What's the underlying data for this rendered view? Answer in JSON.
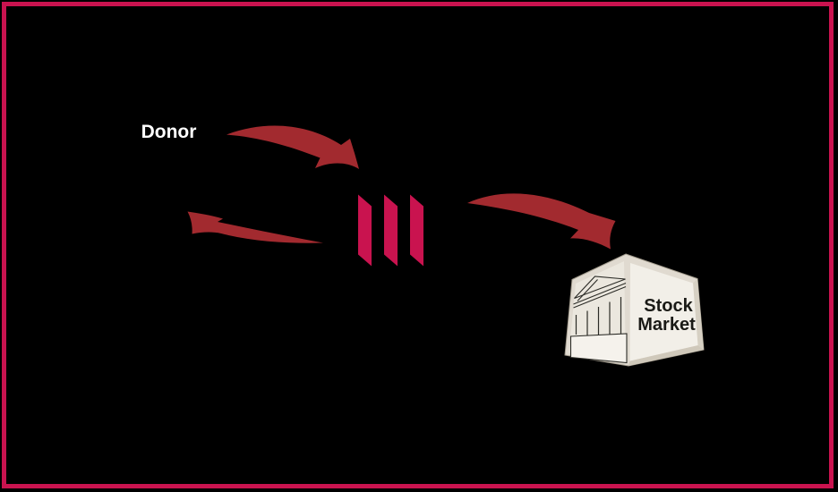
{
  "labels": {
    "donor": "Donor",
    "stock_market_line1": "Stock",
    "stock_market_line2": "Market"
  },
  "colors": {
    "background": "#000000",
    "frame_border": "#C9134F",
    "foundation_bars": "#C9134F",
    "flow_arrows": "#A22A2F",
    "building_shell": "#E0DAD0",
    "building_shell_shadow_right": "#D6D0C3",
    "building_shell_shadow_bottom": "#CFC8BA",
    "building_left_face": "#EBE7DE",
    "building_right_face": "#F2EFE8",
    "building_base_panel": "#F5F2EC",
    "building_outline": "#2B2B26",
    "donor_text": "#FFFFFF",
    "building_text": "#1A1A16"
  },
  "icons": {
    "foundation-bars-icon": "three slanted crimson bars",
    "stock-market-building-icon": "classical bank building with pediment and columns",
    "flow-arrow-icon": "curved tapered swoosh arrow"
  }
}
